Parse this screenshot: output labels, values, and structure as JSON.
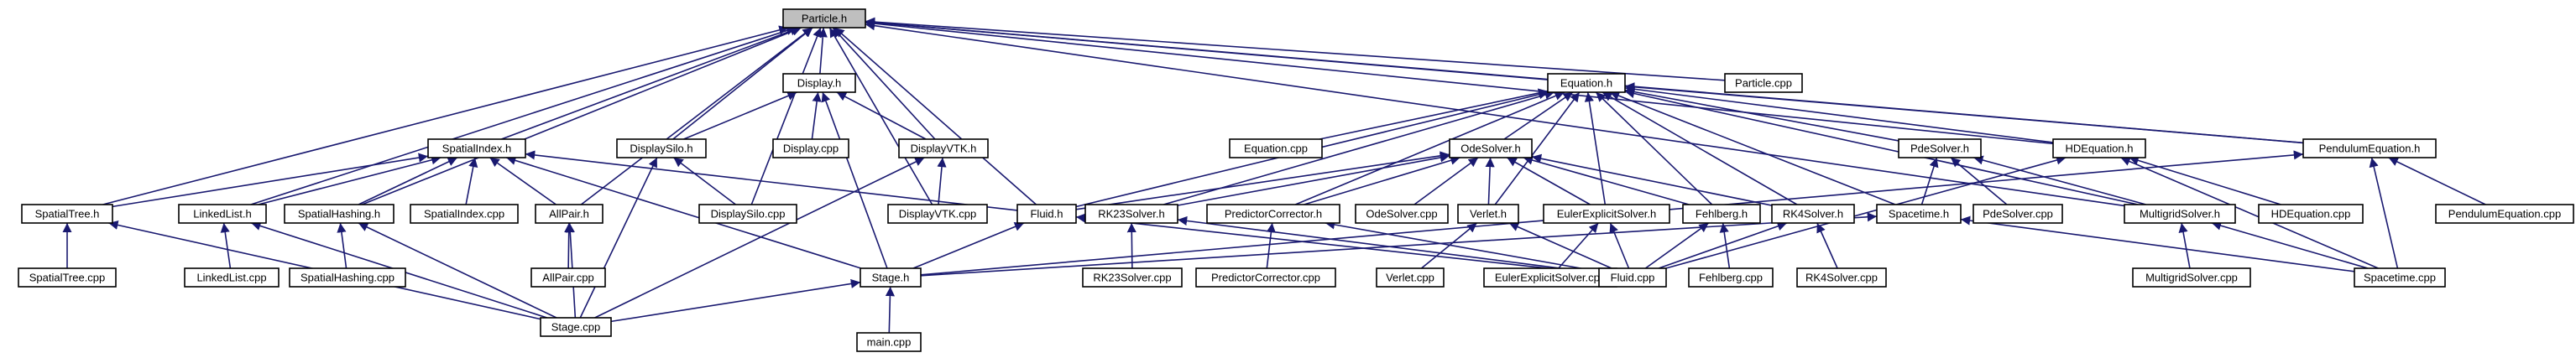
{
  "diagram": {
    "edge_color": "#191970",
    "root_fill": "#bfbfbf",
    "nodes": [
      {
        "id": "particle_h",
        "label": "Particle.h"
      },
      {
        "id": "display_h",
        "label": "Display.h"
      },
      {
        "id": "equation_h",
        "label": "Equation.h"
      },
      {
        "id": "particle_cpp",
        "label": "Particle.cpp"
      },
      {
        "id": "spatialindex_h",
        "label": "SpatialIndex.h"
      },
      {
        "id": "displaysilo_h",
        "label": "DisplaySilo.h"
      },
      {
        "id": "display_cpp",
        "label": "Display.cpp"
      },
      {
        "id": "displayvtk_h",
        "label": "DisplayVTK.h"
      },
      {
        "id": "equation_cpp",
        "label": "Equation.cpp"
      },
      {
        "id": "odesolver_h",
        "label": "OdeSolver.h"
      },
      {
        "id": "pdesolver_h",
        "label": "PdeSolver.h"
      },
      {
        "id": "hdequation_h",
        "label": "HDEquation.h"
      },
      {
        "id": "pendulumequation_h",
        "label": "PendulumEquation.h"
      },
      {
        "id": "spatialtree_h",
        "label": "SpatialTree.h"
      },
      {
        "id": "linkedlist_h",
        "label": "LinkedList.h"
      },
      {
        "id": "spatialhashing_h",
        "label": "SpatialHashing.h"
      },
      {
        "id": "spatialindex_cpp",
        "label": "SpatialIndex.cpp"
      },
      {
        "id": "allpair_h",
        "label": "AllPair.h"
      },
      {
        "id": "displaysilo_cpp",
        "label": "DisplaySilo.cpp"
      },
      {
        "id": "displayvtk_cpp",
        "label": "DisplayVTK.cpp"
      },
      {
        "id": "fluid_h",
        "label": "Fluid.h"
      },
      {
        "id": "rk23solver_h",
        "label": "RK23Solver.h"
      },
      {
        "id": "predictorcorrector_h",
        "label": "PredictorCorrector.h"
      },
      {
        "id": "odesolver_cpp",
        "label": "OdeSolver.cpp"
      },
      {
        "id": "verlet_h",
        "label": "Verlet.h"
      },
      {
        "id": "eulerexplicitsolver_h",
        "label": "EulerExplicitSolver.h"
      },
      {
        "id": "fehlberg_h",
        "label": "Fehlberg.h"
      },
      {
        "id": "rk4solver_h",
        "label": "RK4Solver.h"
      },
      {
        "id": "spacetime_h",
        "label": "Spacetime.h"
      },
      {
        "id": "pdesolver_cpp",
        "label": "PdeSolver.cpp"
      },
      {
        "id": "multigridsolver_h",
        "label": "MultigridSolver.h"
      },
      {
        "id": "hdequation_cpp",
        "label": "HDEquation.cpp"
      },
      {
        "id": "pendulumequation_cpp",
        "label": "PendulumEquation.cpp"
      },
      {
        "id": "spatialtree_cpp",
        "label": "SpatialTree.cpp"
      },
      {
        "id": "linkedlist_cpp",
        "label": "LinkedList.cpp"
      },
      {
        "id": "spatialhashing_cpp",
        "label": "SpatialHashing.cpp"
      },
      {
        "id": "allpair_cpp",
        "label": "AllPair.cpp"
      },
      {
        "id": "stage_h",
        "label": "Stage.h"
      },
      {
        "id": "rk23solver_cpp",
        "label": "RK23Solver.cpp"
      },
      {
        "id": "predictorcorrector_cpp",
        "label": "PredictorCorrector.cpp"
      },
      {
        "id": "verlet_cpp",
        "label": "Verlet.cpp"
      },
      {
        "id": "eulerexplicitsolver_cpp",
        "label": "EulerExplicitSolver.cpp"
      },
      {
        "id": "fluid_cpp",
        "label": "Fluid.cpp"
      },
      {
        "id": "fehlberg_cpp",
        "label": "Fehlberg.cpp"
      },
      {
        "id": "rk4solver_cpp",
        "label": "RK4Solver.cpp"
      },
      {
        "id": "multigridsolver_cpp",
        "label": "MultigridSolver.cpp"
      },
      {
        "id": "spacetime_cpp",
        "label": "Spacetime.cpp"
      },
      {
        "id": "stage_cpp",
        "label": "Stage.cpp"
      },
      {
        "id": "main_cpp",
        "label": "main.cpp"
      }
    ],
    "edges": [
      [
        "display_h",
        "particle_h"
      ],
      [
        "equation_h",
        "particle_h"
      ],
      [
        "particle_cpp",
        "particle_h"
      ],
      [
        "spatialindex_h",
        "particle_h"
      ],
      [
        "displaysilo_h",
        "particle_h"
      ],
      [
        "displayvtk_h",
        "particle_h"
      ],
      [
        "spatialtree_h",
        "particle_h"
      ],
      [
        "linkedlist_h",
        "particle_h"
      ],
      [
        "spatialhashing_h",
        "particle_h"
      ],
      [
        "allpair_h",
        "particle_h"
      ],
      [
        "displaysilo_cpp",
        "particle_h"
      ],
      [
        "displayvtk_cpp",
        "particle_h"
      ],
      [
        "fluid_h",
        "particle_h"
      ],
      [
        "hdequation_h",
        "particle_h"
      ],
      [
        "pendulumequation_h",
        "particle_h"
      ],
      [
        "multigridsolver_h",
        "particle_h"
      ],
      [
        "displaysilo_h",
        "display_h"
      ],
      [
        "display_cpp",
        "display_h"
      ],
      [
        "displayvtk_h",
        "display_h"
      ],
      [
        "stage_h",
        "display_h"
      ],
      [
        "equation_cpp",
        "equation_h"
      ],
      [
        "odesolver_h",
        "equation_h"
      ],
      [
        "pdesolver_h",
        "equation_h"
      ],
      [
        "hdequation_h",
        "equation_h"
      ],
      [
        "pendulumequation_h",
        "equation_h"
      ],
      [
        "fluid_h",
        "equation_h"
      ],
      [
        "rk23solver_h",
        "equation_h"
      ],
      [
        "predictorcorrector_h",
        "equation_h"
      ],
      [
        "verlet_h",
        "equation_h"
      ],
      [
        "eulerexplicitsolver_h",
        "equation_h"
      ],
      [
        "fehlberg_h",
        "equation_h"
      ],
      [
        "rk4solver_h",
        "equation_h"
      ],
      [
        "spacetime_h",
        "equation_h"
      ],
      [
        "multigridsolver_h",
        "equation_h"
      ],
      [
        "spatialtree_h",
        "spatialindex_h"
      ],
      [
        "linkedlist_h",
        "spatialindex_h"
      ],
      [
        "spatialhashing_h",
        "spatialindex_h"
      ],
      [
        "spatialindex_cpp",
        "spatialindex_h"
      ],
      [
        "allpair_h",
        "spatialindex_h"
      ],
      [
        "stage_h",
        "spatialindex_h"
      ],
      [
        "fluid_h",
        "spatialindex_h"
      ],
      [
        "displaysilo_cpp",
        "displaysilo_h"
      ],
      [
        "stage_cpp",
        "displaysilo_h"
      ],
      [
        "displayvtk_cpp",
        "displayvtk_h"
      ],
      [
        "stage_cpp",
        "displayvtk_h"
      ],
      [
        "fluid_h",
        "odesolver_h"
      ],
      [
        "rk23solver_h",
        "odesolver_h"
      ],
      [
        "predictorcorrector_h",
        "odesolver_h"
      ],
      [
        "odesolver_cpp",
        "odesolver_h"
      ],
      [
        "verlet_h",
        "odesolver_h"
      ],
      [
        "eulerexplicitsolver_h",
        "odesolver_h"
      ],
      [
        "fehlberg_h",
        "odesolver_h"
      ],
      [
        "rk4solver_h",
        "odesolver_h"
      ],
      [
        "spacetime_h",
        "pdesolver_h"
      ],
      [
        "pdesolver_cpp",
        "pdesolver_h"
      ],
      [
        "multigridsolver_h",
        "pdesolver_h"
      ],
      [
        "hdequation_cpp",
        "hdequation_h"
      ],
      [
        "spacetime_cpp",
        "hdequation_h"
      ],
      [
        "fluid_cpp",
        "hdequation_h"
      ],
      [
        "pendulumequation_cpp",
        "pendulumequation_h"
      ],
      [
        "stage_h",
        "pendulumequation_h"
      ],
      [
        "spacetime_cpp",
        "pendulumequation_h"
      ],
      [
        "spatialtree_cpp",
        "spatialtree_h"
      ],
      [
        "stage_cpp",
        "spatialtree_h"
      ],
      [
        "linkedlist_cpp",
        "linkedlist_h"
      ],
      [
        "stage_cpp",
        "linkedlist_h"
      ],
      [
        "spatialhashing_cpp",
        "spatialhashing_h"
      ],
      [
        "stage_cpp",
        "spatialhashing_h"
      ],
      [
        "allpair_cpp",
        "allpair_h"
      ],
      [
        "stage_cpp",
        "allpair_h"
      ],
      [
        "stage_h",
        "fluid_h"
      ],
      [
        "fluid_cpp",
        "fluid_h"
      ],
      [
        "rk23solver_cpp",
        "rk23solver_h"
      ],
      [
        "fluid_cpp",
        "rk23solver_h"
      ],
      [
        "predictorcorrector_cpp",
        "predictorcorrector_h"
      ],
      [
        "fluid_cpp",
        "predictorcorrector_h"
      ],
      [
        "verlet_cpp",
        "verlet_h"
      ],
      [
        "fluid_cpp",
        "verlet_h"
      ],
      [
        "eulerexplicitsolver_cpp",
        "eulerexplicitsolver_h"
      ],
      [
        "fluid_cpp",
        "eulerexplicitsolver_h"
      ],
      [
        "fehlberg_cpp",
        "fehlberg_h"
      ],
      [
        "fluid_cpp",
        "fehlberg_h"
      ],
      [
        "rk4solver_cpp",
        "rk4solver_h"
      ],
      [
        "fluid_cpp",
        "rk4solver_h"
      ],
      [
        "spacetime_cpp",
        "spacetime_h"
      ],
      [
        "stage_h",
        "spacetime_h"
      ],
      [
        "multigridsolver_cpp",
        "multigridsolver_h"
      ],
      [
        "spacetime_cpp",
        "multigridsolver_h"
      ],
      [
        "stage_cpp",
        "stage_h"
      ],
      [
        "main_cpp",
        "stage_h"
      ]
    ]
  }
}
